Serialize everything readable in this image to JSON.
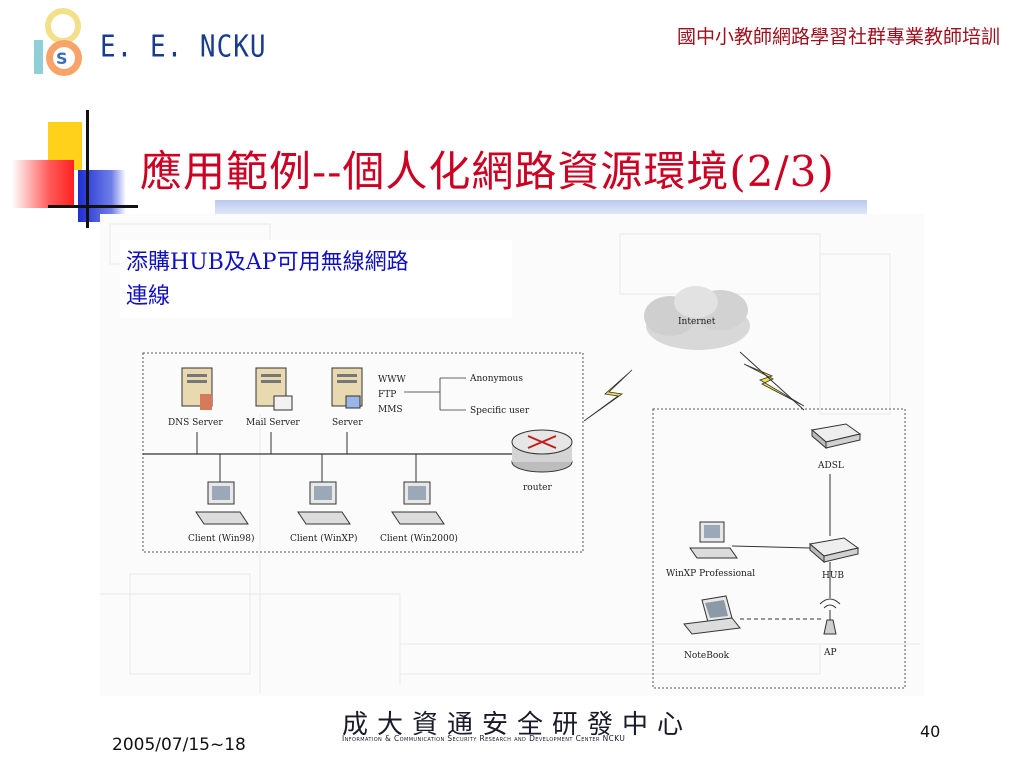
{
  "header": {
    "org_name": "E. E. NCKU",
    "course_title": "國中小教師網路學習社群專業教師培訓"
  },
  "slide": {
    "title": "應用範例--個人化網路資源環境(2/3)",
    "note_lines": [
      "添購HUB及AP可用無線網路",
      "連線"
    ]
  },
  "diagram": {
    "cloud_label": "Internet",
    "servers": [
      {
        "label": "DNS Server"
      },
      {
        "label": "Mail Server"
      },
      {
        "label": "Server"
      }
    ],
    "services": [
      "WWW",
      "FTP",
      "MMS"
    ],
    "users": [
      "Anonymous",
      "Specific user"
    ],
    "router_label": "router",
    "clients": [
      {
        "label": "Client (Win98)"
      },
      {
        "label": "Client (WinXP)"
      },
      {
        "label": "Client (Win2000)"
      }
    ],
    "home": {
      "adsl": "ADSL",
      "hub": "HUB",
      "ap": "AP",
      "pc": "WinXP Professional",
      "notebook": "NoteBook"
    }
  },
  "footer": {
    "center_zh": "成大資通安全研發中心",
    "center_en": "Information & Communication Security Research and Development Center NCKU",
    "date": "2005/07/15~18",
    "page_number": "40"
  },
  "colors": {
    "title_red": "#cc0022",
    "note_blue": "#1010c0",
    "org_blue": "#1a3c8c"
  }
}
